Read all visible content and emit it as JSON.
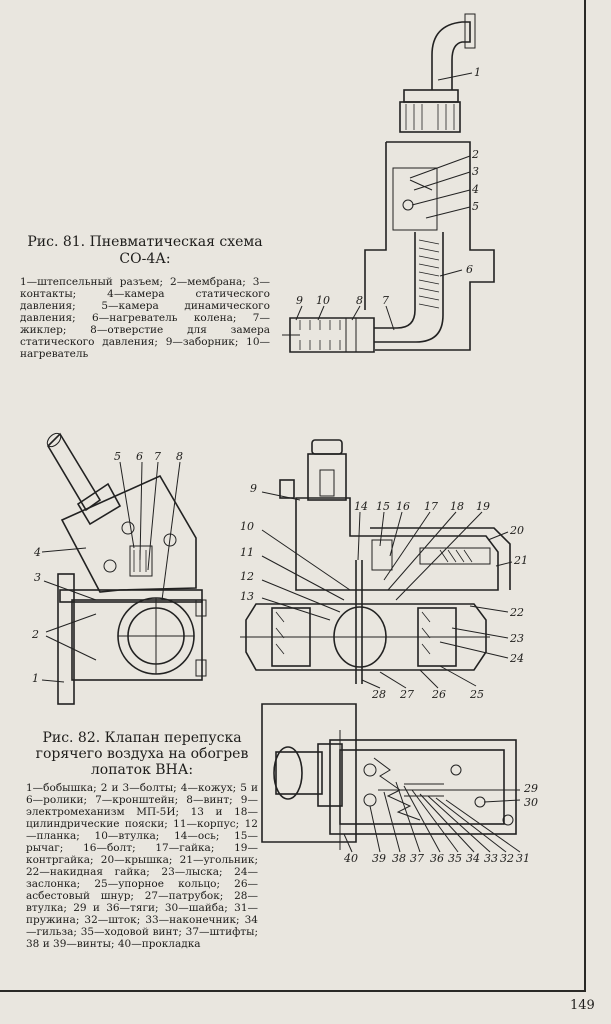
{
  "figure_81": {
    "caption_title": "Рис. 81. Пневматическая схема СО-4А:",
    "caption_text": "1—штепсельный разъем; 2—мембрана; 3—контакты; 4—камера статического давления; 5—камера динамического давления; 6—нагреватель колена; 7—жиклер; 8—отверстие для замера статического давления; 9—заборник; 10—нагреватель",
    "callouts": [
      "1",
      "2",
      "3",
      "4",
      "5",
      "6",
      "7",
      "8",
      "9",
      "10"
    ]
  },
  "figure_82": {
    "caption_title": "Рис. 82. Клапан перепуска горячего воздуха на обогрев лопаток ВНА:",
    "caption_text": "1—бобышка; 2 и 3—болты; 4—кожух; 5 и 6—ролики; 7—кронштейн; 8—винт; 9—электромеханизм МП-5И; 13 и 18—цилиндрические пояски; 11—корпус; 12—планка; 10—втулка; 14—ось; 15—рычаг; 16—болт; 17—гайка; 19—контргайка; 20—крышка; 21—угольник; 22—накидная гайка; 23—лыска; 24—заслонка; 25—упорное кольцо; 26—асбестовый шнур; 27—патрубок; 28—втулка; 29 и 36—тяги; 30—шайба; 31—пружина; 32—шток; 33—наконечник; 34—гильза; 35—ходовой винт; 37—штифты; 38 и 39—винты; 40—прокладка",
    "callouts_left": [
      "1",
      "2",
      "3",
      "4",
      "5",
      "6",
      "7",
      "8"
    ],
    "callouts_center": [
      "9",
      "10",
      "11",
      "12",
      "13",
      "14",
      "15",
      "16",
      "17",
      "18",
      "19",
      "20",
      "21",
      "22",
      "23",
      "24",
      "25",
      "26",
      "27",
      "28"
    ],
    "callouts_bottom": [
      "29",
      "30",
      "31",
      "32",
      "33",
      "34",
      "35",
      "36",
      "37",
      "38",
      "39",
      "40"
    ]
  },
  "page_number": "149"
}
